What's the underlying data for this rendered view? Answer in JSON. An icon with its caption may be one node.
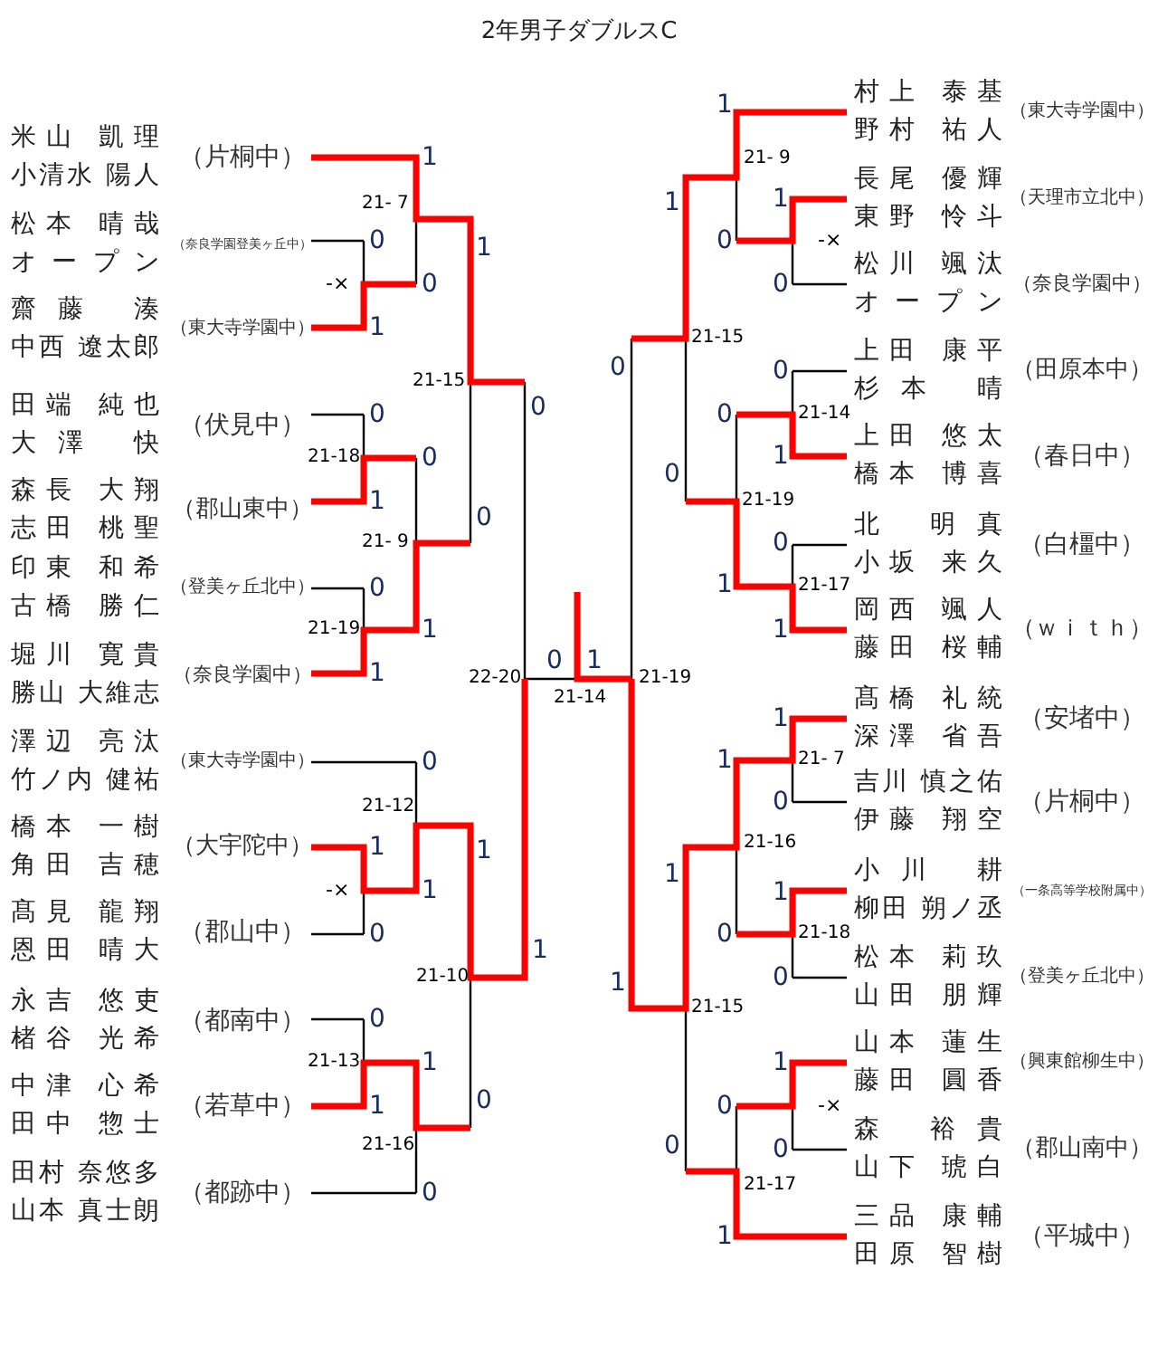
{
  "diagram": {
    "title": "2年男子ダブルスC",
    "nodes": [
      {
        "text": [
          "米山 凱理",
          "小清水 陽人",
          "（片桐中）"
        ]
      },
      {
        "text": [
          "松本 晴哉",
          "オープン",
          "（奈良学園登美ヶ丘中）"
        ]
      },
      {
        "text": [
          "齋藤 湊",
          "中西 遼太郎",
          "（東大寺学園中）"
        ]
      },
      {
        "text": [
          "田端 純也",
          "大澤 快",
          "（伏見中）"
        ]
      },
      {
        "text": [
          "森長 大翔",
          "志田 桃聖",
          "（郡山東中）"
        ]
      },
      {
        "text": [
          "印東 和希",
          "古橋 勝仁",
          "（登美ヶ丘北中）"
        ]
      },
      {
        "text": [
          "堀川 寛貴",
          "勝山 大維志",
          "（奈良学園中）"
        ]
      },
      {
        "text": [
          "澤辺 亮汰",
          "竹ノ内 健祐",
          "（東大寺学園中）"
        ]
      },
      {
        "text": [
          "橋本 一樹",
          "角田 吉穂",
          "（大宇陀中）"
        ]
      },
      {
        "text": [
          "髙見 龍翔",
          "恩田 晴大",
          "（郡山中）"
        ]
      },
      {
        "text": [
          "永吉 悠吏",
          "楮谷 光希",
          "（都南中）"
        ]
      },
      {
        "text": [
          "中津 心希",
          "田中 惣士",
          "（若草中）"
        ]
      },
      {
        "text": [
          "田村 奈悠多",
          "山本 真士朗",
          "（都跡中）"
        ]
      },
      {
        "text": [
          "村上 泰基",
          "野村 祐人",
          "（東大寺学園中）"
        ]
      },
      {
        "text": [
          "長尾 優輝",
          "東野 怜斗",
          "（天理市立北中）"
        ]
      },
      {
        "text": [
          "松川 颯汰",
          "オープン",
          "（奈良学園中）"
        ]
      },
      {
        "text": [
          "上田 康平",
          "杉本 晴",
          "（田原本中）"
        ]
      },
      {
        "text": [
          "上田 悠太",
          "橋本 博喜",
          "（春日中）"
        ]
      },
      {
        "text": [
          "北 明真",
          "小坂 来久",
          "（白橿中）"
        ]
      },
      {
        "text": [
          "岡西 颯人",
          "藤田 桜輔",
          "（ｗｉｔｈ）"
        ]
      },
      {
        "text": [
          "髙橋 礼統",
          "深澤 省吾",
          "（安堵中）"
        ]
      },
      {
        "text": [
          "吉川 慎之佑",
          "伊藤 翔空",
          "（片桐中）"
        ]
      },
      {
        "text": [
          "小川 耕",
          "柳田 朔ノ丞",
          "（一条高等学校附属中）"
        ]
      },
      {
        "text": [
          "松本 莉玖",
          "山田 朋輝",
          "（登美ヶ丘北中）"
        ]
      },
      {
        "text": [
          "山本 蓮生",
          "藤田 圓香",
          "（興東館柳生中）"
        ]
      },
      {
        "text": [
          "森 裕貴",
          "山下 琥白",
          "（郡山南中）"
        ]
      },
      {
        "text": [
          "三品 康輔",
          "田原 智樹",
          "（平城中）"
        ]
      }
    ],
    "labels": [
      "1",
      "21- 7",
      "0",
      "-×",
      "0",
      "1",
      "1",
      "21-15",
      "0",
      "0",
      "21-18",
      "0",
      "1",
      "0",
      "21- 9",
      "0",
      "21-19",
      "1",
      "1",
      "0",
      "1",
      "22-20",
      "21-14",
      "21-19",
      "0",
      "21-12",
      "1",
      "1",
      "-×",
      "1",
      "0",
      "1",
      "21-10",
      "0",
      "21-13",
      "1",
      "0",
      "1",
      "21-16",
      "0",
      "1",
      "21- 9",
      "1",
      "1",
      "0",
      "-×",
      "0",
      "21-15",
      "0",
      "0",
      "0",
      "21-14",
      "1",
      "0",
      "21-19",
      "0",
      "1",
      "21-17",
      "1",
      "1",
      "1",
      "21- 7",
      "0",
      "1",
      "21-16",
      "1",
      "0",
      "21-18",
      "0",
      "1",
      "21-15",
      "1",
      "0",
      "-×",
      "0",
      "0",
      "21-17",
      "1"
    ]
  }
}
